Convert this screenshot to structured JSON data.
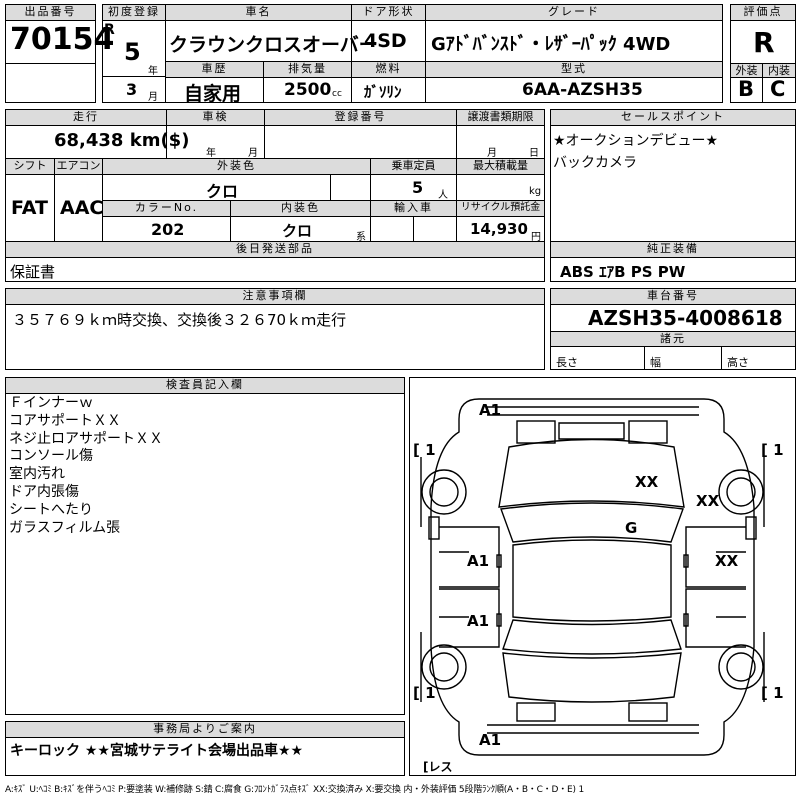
{
  "header": {
    "lot_label": "出品番号",
    "lot_no": "70154",
    "first_reg_label": "初度登録",
    "era": "R",
    "year": "5",
    "year_unit": "年",
    "month": "3",
    "month_unit": "月",
    "car_name_label": "車名",
    "car_name": "クラウンクロスオーバー",
    "door_label": "ドア形状",
    "door": "4SD",
    "grade_label": "グレード",
    "grade": "Gｱﾄﾞﾊﾞﾝｽﾄﾞ・ﾚｻﾞｰﾊﾟｯｸ 4WD",
    "score_label": "評価点",
    "score": "R",
    "history_label": "車歴",
    "history": "自家用",
    "displacement_label": "排気量",
    "displacement": "2500",
    "displacement_unit": "cc",
    "fuel_label": "燃料",
    "fuel": "ｶﾞｿﾘﾝ",
    "model_label": "型式",
    "model": "6AA-AZSH35",
    "exterior_label": "外装",
    "exterior": "B",
    "interior_label": "内装",
    "interior": "C"
  },
  "row2": {
    "mileage_label": "走行",
    "mileage": "68,438 km($)",
    "inspection_label": "車検",
    "insp_year": "年",
    "insp_month": "月",
    "reg_label": "登録番号",
    "transfer_label": "譲渡書類期限",
    "transfer_month": "月",
    "transfer_day": "日",
    "shift_label": "シフト",
    "shift": "FAT",
    "ac_label": "エアコン",
    "ac": "AAC",
    "color_label": "外装色",
    "color": "クロ",
    "capacity_label": "乗車定員",
    "capacity": "5",
    "capacity_unit": "人",
    "load_label": "最大積載量",
    "load_unit": "kg",
    "color_no_label": "カラーNo.",
    "color_no": "202",
    "int_color_label": "内装色",
    "int_color": "クロ",
    "int_color_unit": "系",
    "import_label": "輸入車",
    "recycle_label": "リサイクル預託金",
    "recycle": "14,930",
    "recycle_unit": "円"
  },
  "sales": {
    "label": "セールスポイント",
    "lines": [
      "★オークションデビュー★",
      "バックカメラ"
    ]
  },
  "later": {
    "label": "後日発送部品",
    "value": "保証書"
  },
  "equipment": {
    "label": "純正装備",
    "value": "ABS ｴｱB PS PW"
  },
  "notes": {
    "label": "注意事項欄",
    "value": "３５７６９ｋｍ時交換、交換後３２６70ｋｍ走行"
  },
  "chassis": {
    "label": "車台番号",
    "value": "AZSH35-4008618",
    "spec_label": "諸元",
    "length": "長さ",
    "width": "幅",
    "height": "高さ"
  },
  "inspector": {
    "label": "検査員記入欄",
    "lines": [
      "Ｆインナーｗ",
      "コアサポートＸＸ",
      "ネジ止ロアサポートＸＸ",
      "コンソール傷",
      "室内汚れ",
      "ドア内張傷",
      "シートへたり",
      "ガラスフィルム張"
    ]
  },
  "diagram": {
    "marks": [
      "A1",
      "XX",
      "XX",
      "G",
      "A1",
      "XX",
      "A1",
      "A1",
      "[ 1",
      "[ 1",
      "[ 1",
      "[ 1",
      "[レス"
    ]
  },
  "office": {
    "label": "事務局よりご案内",
    "value": "キーロック ★★宮城サテライト会場出品車★★"
  },
  "legend": "A:ｷｽﾞ U:ﾍｺﾐ B:ｷｽﾞを伴うﾍｺﾐ P:要塗装 W:補修跡 S:錆 C:腐食 G:ﾌﾛﾝﾄｶﾞﾗｽ点ｷｽﾞ XX:交換済み X:要交換 内・外装評価 5段階ﾗﾝｸ順(A・B・C・D・E) 1"
}
